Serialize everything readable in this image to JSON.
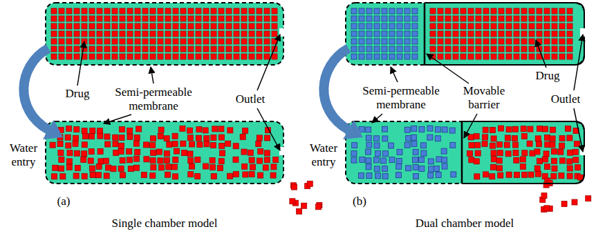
{
  "diagram": {
    "labels": [
      "Water entry",
      "Drug",
      "Semi-permeable membrane",
      "Outlet",
      "(a)",
      "Single chamber model",
      "Water entry",
      "Semi-permeable membrane",
      "Movable barrier",
      "Drug",
      "Outlet",
      "(b)",
      "Dual chamber model"
    ]
  }
}
